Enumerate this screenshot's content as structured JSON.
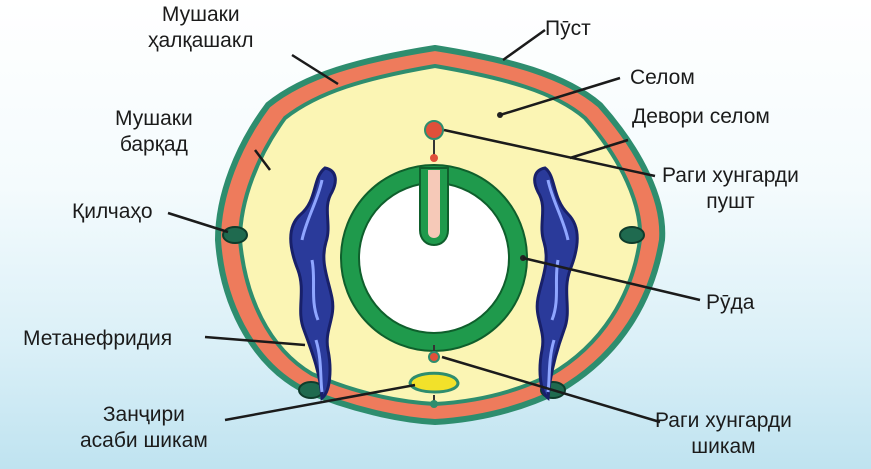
{
  "labels": {
    "muscle_ring_line1": "Мушаки",
    "muscle_ring_line2": "ҳалқашакл",
    "skin": "Пӯст",
    "coelom": "Селом",
    "coelom_wall": "Девори селом",
    "muscle_long_line1": "Мушаки",
    "muscle_long_line2": "барқад",
    "dorsal_vessel_line1": "Раги хунгарди",
    "dorsal_vessel_line2": "пушт",
    "setae": "Қилчаҳо",
    "gut": "Рӯда",
    "metanephridia": "Метанефридия",
    "nerve_line1": "Занҷири",
    "nerve_line2": "асаби шикам",
    "ventral_vessel_line1": "Раги хунгарди",
    "ventral_vessel_line2": "шикам"
  },
  "colors": {
    "skin": "#2e8d6e",
    "muscle_ring": "#ee7b5c",
    "coelom": "#fbf5b4",
    "gut": "#1f9a4c",
    "nephridia": "#2a3a9a",
    "vessel": "#e0503a",
    "nerve": "#f2e12a"
  }
}
